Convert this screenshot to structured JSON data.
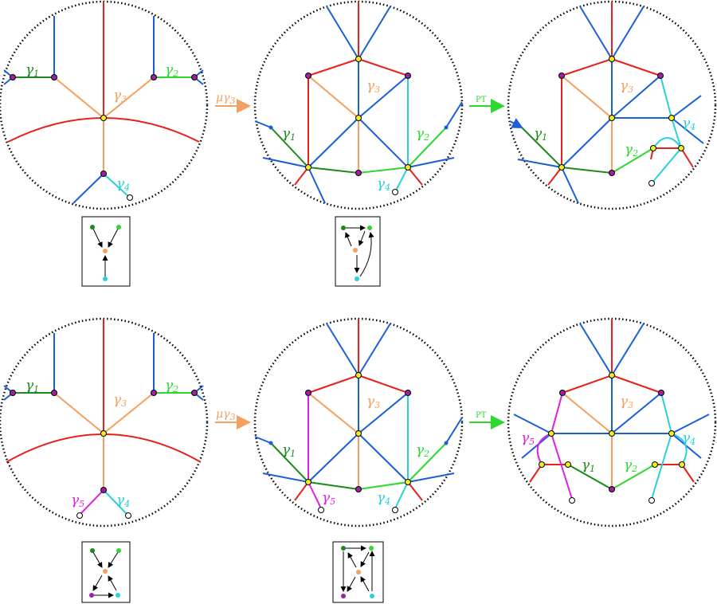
{
  "labels": {
    "gamma1": "γ1",
    "gamma2": "γ2",
    "gamma3": "γ3",
    "gamma4": "γ4",
    "gamma5": "γ5",
    "mutation_arrow": "μγ3",
    "pt_arrow": "PT"
  },
  "colors": {
    "red": "#e8201c",
    "blue": "#1a5fd8",
    "orange": "#f4a060",
    "dark_green": "#1c8a1c",
    "light_green": "#2fd82f",
    "cyan": "#28d0d8",
    "magenta": "#e020e0",
    "purple_node": "#a020a0",
    "yellow_node": "#f0f020",
    "boundary": "#000000"
  }
}
